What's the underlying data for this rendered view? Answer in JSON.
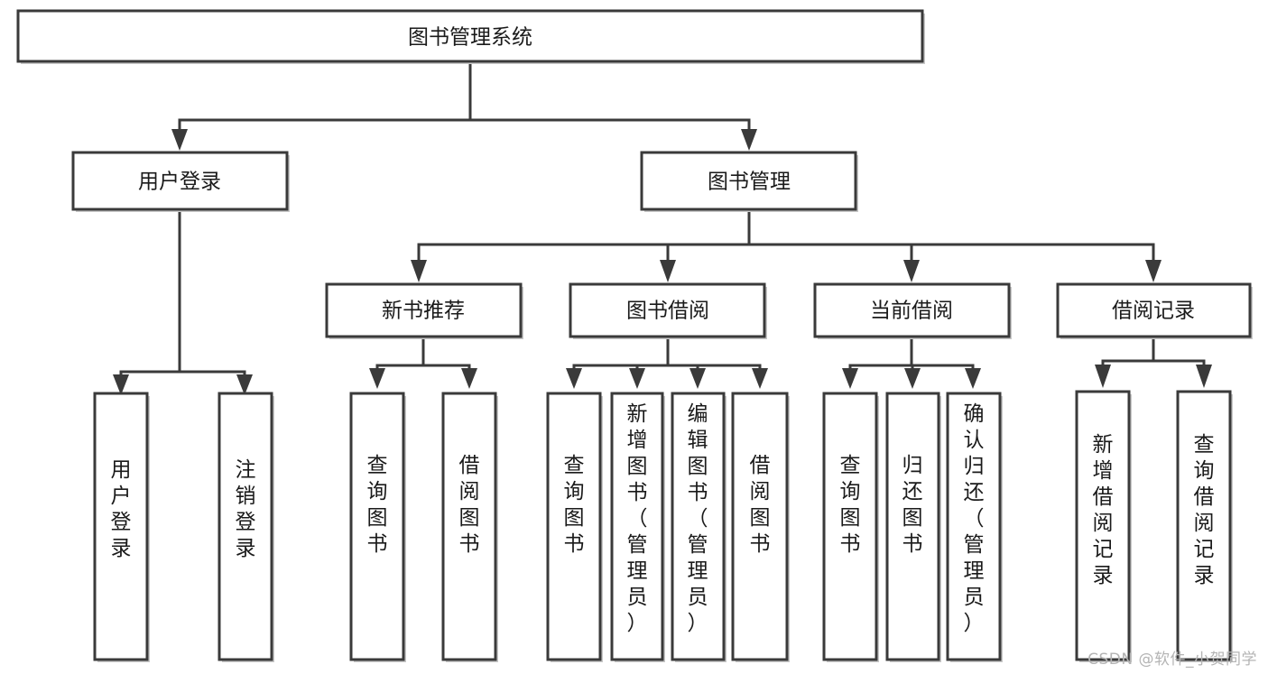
{
  "diagram": {
    "type": "hierarchy-tree",
    "title": "图书管理系统",
    "watermark": "CSDN @软件_小贺同学",
    "colors": {
      "box_stroke": "#3a3a3a",
      "box_fill": "#ffffff",
      "text": "#1a1a1a",
      "shadow": "#c9c9c9",
      "watermark": "#b4b4b4",
      "background": "#ffffff"
    },
    "levels": [
      {
        "level": 1,
        "nodes": [
          {
            "id": "root",
            "label": "图书管理系统",
            "orientation": "horizontal"
          }
        ]
      },
      {
        "level": 2,
        "nodes": [
          {
            "id": "user-login",
            "label": "用户登录",
            "orientation": "horizontal",
            "parent": "root"
          },
          {
            "id": "book-mgmt",
            "label": "图书管理",
            "orientation": "horizontal",
            "parent": "root"
          }
        ]
      },
      {
        "level": 3,
        "nodes": [
          {
            "id": "new-book-rec",
            "label": "新书推荐",
            "orientation": "horizontal",
            "parent": "book-mgmt"
          },
          {
            "id": "book-borrow",
            "label": "图书借阅",
            "orientation": "horizontal",
            "parent": "book-mgmt"
          },
          {
            "id": "current-borrow",
            "label": "当前借阅",
            "orientation": "horizontal",
            "parent": "book-mgmt"
          },
          {
            "id": "borrow-record",
            "label": "借阅记录",
            "orientation": "horizontal",
            "parent": "book-mgmt"
          }
        ]
      },
      {
        "level": 4,
        "nodes": [
          {
            "id": "leaf-user-login",
            "label": "用户登录",
            "orientation": "vertical",
            "parent": "user-login"
          },
          {
            "id": "leaf-logout",
            "label": "注销登录",
            "orientation": "vertical",
            "parent": "user-login"
          },
          {
            "id": "leaf-query-book-1",
            "label": "查询图书",
            "orientation": "vertical",
            "parent": "new-book-rec"
          },
          {
            "id": "leaf-borrow-book-1",
            "label": "借阅图书",
            "orientation": "vertical",
            "parent": "new-book-rec"
          },
          {
            "id": "leaf-query-book-2",
            "label": "查询图书",
            "orientation": "vertical",
            "parent": "book-borrow"
          },
          {
            "id": "leaf-add-book",
            "label": "新增图书（管理员）",
            "orientation": "vertical",
            "parent": "book-borrow"
          },
          {
            "id": "leaf-edit-book",
            "label": "编辑图书（管理员）",
            "orientation": "vertical",
            "parent": "book-borrow"
          },
          {
            "id": "leaf-borrow-book-2",
            "label": "借阅图书",
            "orientation": "vertical",
            "parent": "book-borrow"
          },
          {
            "id": "leaf-query-book-3",
            "label": "查询图书",
            "orientation": "vertical",
            "parent": "current-borrow"
          },
          {
            "id": "leaf-return-book",
            "label": "归还图书",
            "orientation": "vertical",
            "parent": "current-borrow"
          },
          {
            "id": "leaf-confirm-return",
            "label": "确认归还（管理员）",
            "orientation": "vertical",
            "parent": "current-borrow"
          },
          {
            "id": "leaf-add-record",
            "label": "新增借阅记录",
            "orientation": "vertical",
            "parent": "borrow-record"
          },
          {
            "id": "leaf-query-record",
            "label": "查询借阅记录",
            "orientation": "vertical",
            "parent": "borrow-record"
          }
        ]
      }
    ],
    "vertical_label_chars": {
      "leaf-user-login": [
        "用",
        "户",
        "登",
        "录"
      ],
      "leaf-logout": [
        "注",
        "销",
        "登",
        "录"
      ],
      "leaf-query-book-1": [
        "查",
        "询",
        "图",
        "书"
      ],
      "leaf-borrow-book-1": [
        "借",
        "阅",
        "图",
        "书"
      ],
      "leaf-query-book-2": [
        "查",
        "询",
        "图",
        "书"
      ],
      "leaf-add-book": [
        "新",
        "增",
        "图",
        "书",
        "（",
        "管",
        "理",
        "员",
        "）"
      ],
      "leaf-edit-book": [
        "编",
        "辑",
        "图",
        "书",
        "（",
        "管",
        "理",
        "员",
        "）"
      ],
      "leaf-borrow-book-2": [
        "借",
        "阅",
        "图",
        "书"
      ],
      "leaf-query-book-3": [
        "查",
        "询",
        "图",
        "书"
      ],
      "leaf-return-book": [
        "归",
        "还",
        "图",
        "书"
      ],
      "leaf-confirm-return": [
        "确",
        "认",
        "归",
        "还",
        "（",
        "管",
        "理",
        "员",
        "）"
      ],
      "leaf-add-record": [
        "新",
        "增",
        "借",
        "阅",
        "记",
        "录"
      ],
      "leaf-query-record": [
        "查",
        "询",
        "借",
        "阅",
        "记",
        "录"
      ]
    }
  }
}
